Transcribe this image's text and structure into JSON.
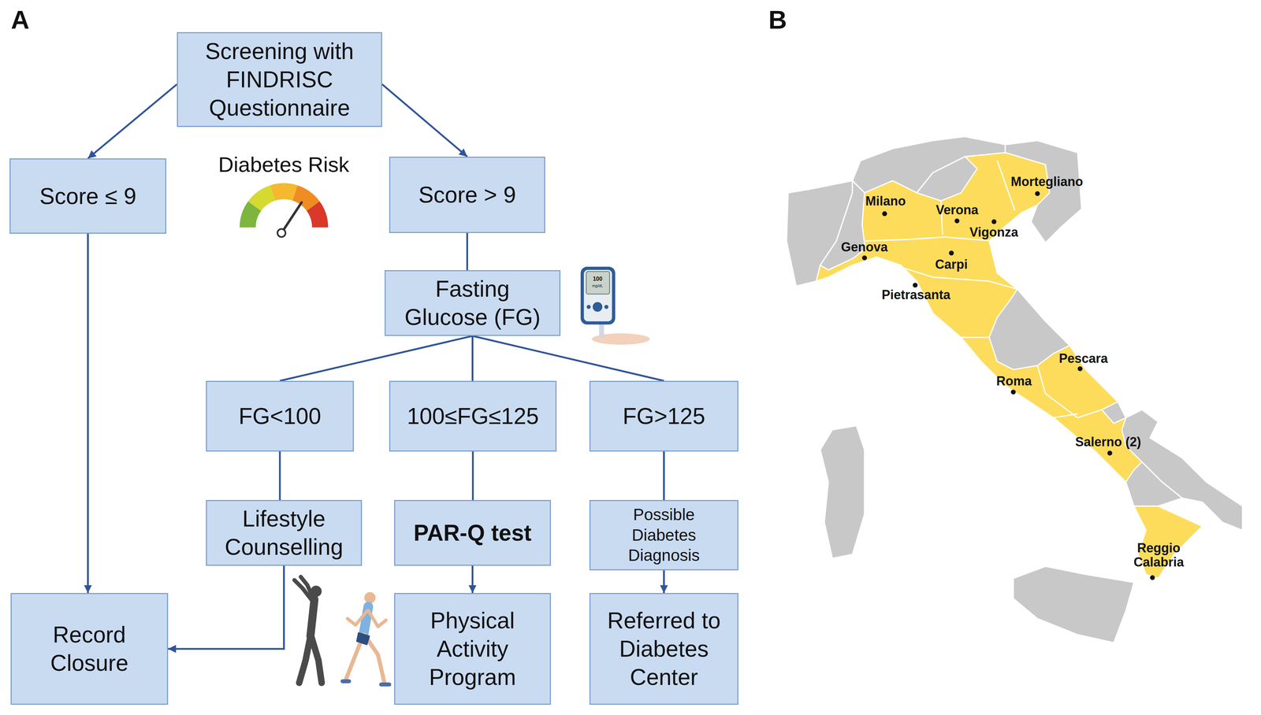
{
  "diagram": {
    "nodes": [
      {
        "text": [
          "Screening with FINDRISC Questionnaire"
        ]
      },
      {
        "text": [
          "Score ≤ 9"
        ]
      },
      {
        "text": [
          "Score > 9"
        ]
      },
      {
        "text": [
          "Fasting Glucose (FG)"
        ]
      },
      {
        "text": [
          "FG<100"
        ]
      },
      {
        "text": [
          "100≤FG≤125"
        ]
      },
      {
        "text": [
          "FG>125"
        ]
      },
      {
        "text": [
          "Lifestyle Counselling"
        ]
      },
      {
        "text": [
          "PAR-Q test"
        ]
      },
      {
        "text": [
          "Possible Diabetes Diagnosis"
        ]
      },
      {
        "text": [
          "Record Closure"
        ]
      },
      {
        "text": [
          "Physical Activity Program"
        ]
      },
      {
        "text": [
          "Referred to Diabetes Center"
        ]
      }
    ],
    "edges": [
      {
        "from": 0,
        "to": 1,
        "arrow": "to"
      },
      {
        "from": 0,
        "to": 2,
        "arrow": "to"
      },
      {
        "from": 2,
        "to": 3,
        "arrow": "none"
      },
      {
        "from": 3,
        "to": 4,
        "arrow": "none"
      },
      {
        "from": 3,
        "to": 5,
        "arrow": "none"
      },
      {
        "from": 3,
        "to": 6,
        "arrow": "none"
      },
      {
        "from": 1,
        "to": 10,
        "arrow": "to"
      },
      {
        "from": 4,
        "to": 7,
        "arrow": "none"
      },
      {
        "from": 5,
        "to": 8,
        "arrow": "none"
      },
      {
        "from": 6,
        "to": 9,
        "arrow": "none"
      },
      {
        "from": 7,
        "to": 10,
        "arrow": "to"
      },
      {
        "from": 8,
        "to": 11,
        "arrow": "to"
      },
      {
        "from": 9,
        "to": 12,
        "arrow": "to"
      }
    ],
    "labels": [
      "A",
      "Diabetes Risk",
      "100",
      "mg/dL",
      "B",
      "Mortegliano",
      "Milano",
      "Verona",
      "Vigonza",
      "Genova",
      "Carpi",
      "Pietrasanta",
      "Pescara",
      "Roma",
      "Salerno (2)",
      "Reggio Calabria"
    ]
  }
}
